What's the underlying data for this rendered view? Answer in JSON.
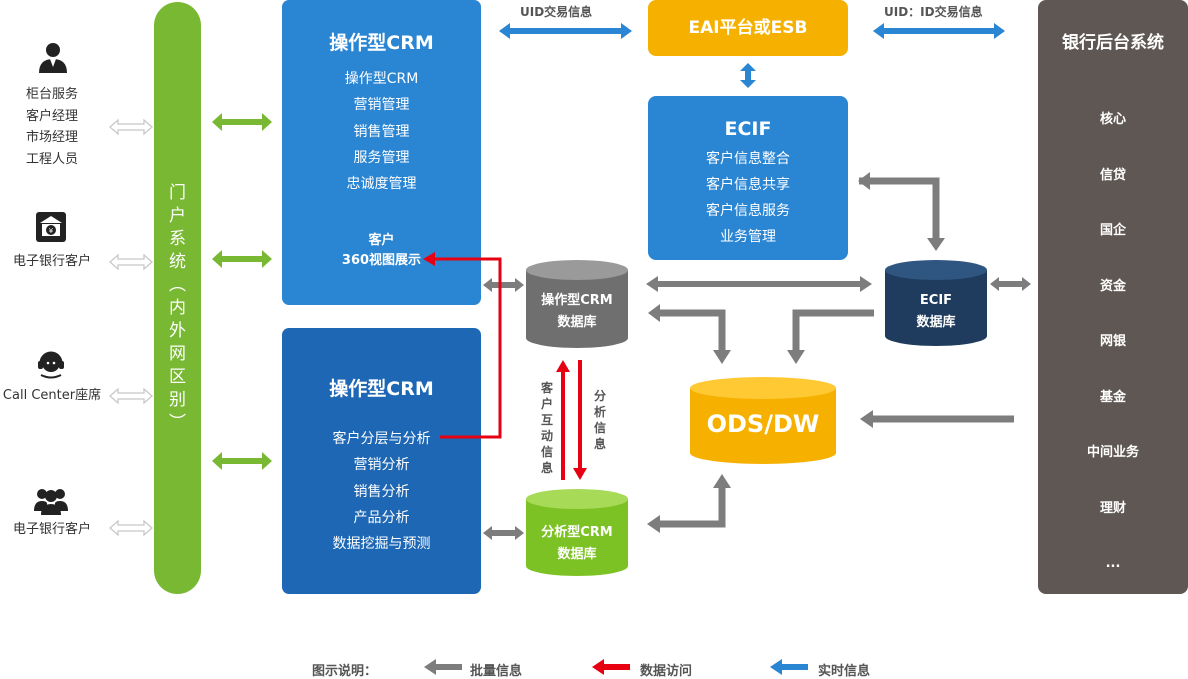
{
  "users": [
    {
      "icon": "person-icon",
      "lines": [
        "柜台服务",
        "客户经理",
        "市场经理",
        "工程人员"
      ]
    },
    {
      "icon": "bank-icon",
      "lines": [
        "电子银行客户"
      ]
    },
    {
      "icon": "headset-icon",
      "lines": [
        "Call Center座席"
      ]
    },
    {
      "icon": "group-icon",
      "lines": [
        "电子银行客户"
      ]
    }
  ],
  "portal": {
    "label": "门户系统（内外网区别）"
  },
  "operational_crm": {
    "title": "操作型CRM",
    "items": [
      "操作型CRM",
      "营销管理",
      "销售管理",
      "服务管理",
      "忠诚度管理"
    ],
    "view_line1": "客户",
    "view_line2": "360视图展示"
  },
  "analytical_crm": {
    "title": "操作型CRM",
    "items": [
      "客户分层与分析",
      "营销分析",
      "销售分析",
      "产品分析",
      "数据挖掘与预测"
    ]
  },
  "eai": {
    "label": "EAI平台或ESB"
  },
  "uid_left": "UID交易信息",
  "uid_right": "UID：ID交易信息",
  "ecif": {
    "title": "ECIF",
    "items": [
      "客户信息整合",
      "客户信息共享",
      "客户信息服务",
      "业务管理"
    ]
  },
  "op_db": {
    "line1": "操作型CRM",
    "line2": "数据库"
  },
  "an_db": {
    "line1": "分析型CRM",
    "line2": "数据库"
  },
  "ecif_db": {
    "line1": "ECIF",
    "line2": "数据库"
  },
  "ods": {
    "label": "ODS/DW"
  },
  "vertical_left": "客户互动信息",
  "vertical_right": "分析信息",
  "bank": {
    "title": "银行后台系统",
    "items": [
      "核心",
      "信贷",
      "国企",
      "资金",
      "网银",
      "基金",
      "中间业务",
      "理财",
      "..."
    ]
  },
  "legend": {
    "title": "图示说明：",
    "batch": "批量信息",
    "access": "数据访问",
    "realtime": "实时信息"
  },
  "colors": {
    "green": "#78b832",
    "blue_light": "#2a85d3",
    "blue_dark": "#1e67b4",
    "orange": "#f6b000",
    "gray_dark": "#5f5753",
    "db_gray": "#6f6f6f",
    "db_green": "#7dc224",
    "db_navy": "#1f3c5e",
    "arrow_gray": "#7d7d7d",
    "arrow_red": "#e60012",
    "arrow_blue": "#2a85d3"
  }
}
